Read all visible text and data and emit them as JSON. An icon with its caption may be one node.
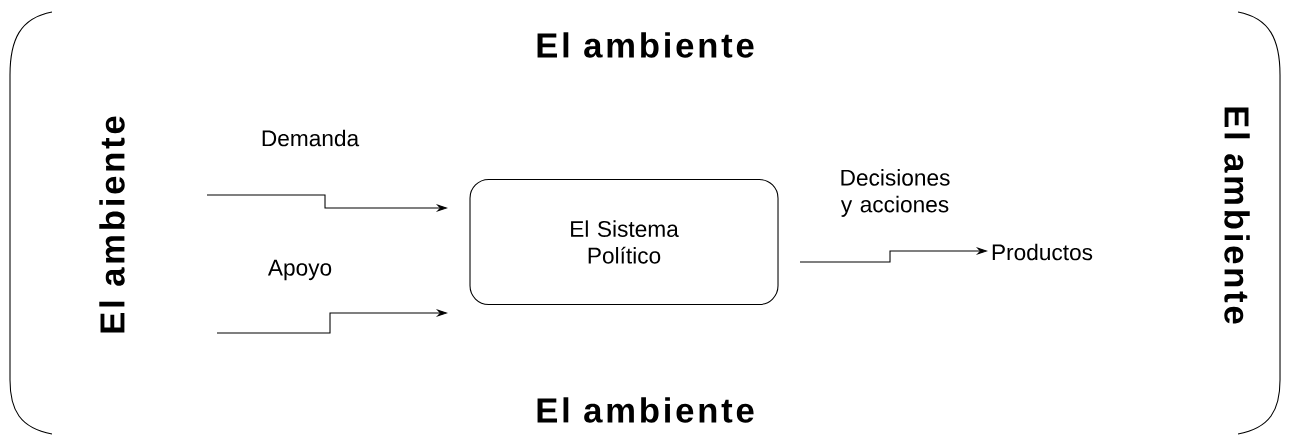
{
  "diagram": {
    "nodes": [
      {
        "text": [
          "El ambiente",
          "El ambiente",
          "El ambiente",
          "El ambiente"
        ]
      },
      {
        "text": [
          "El Sistema Político"
        ],
        "in": 0
      },
      {
        "text": [
          "Productos"
        ],
        "in": 0
      }
    ],
    "edges": [
      {
        "from": null,
        "to": 1,
        "arrow": "to",
        "label": "Demanda"
      },
      {
        "from": null,
        "to": 1,
        "arrow": "to",
        "label": "Apoyo"
      },
      {
        "from": 1,
        "to": 2,
        "arrow": "to",
        "label": "Decisiones y acciones"
      }
    ]
  }
}
